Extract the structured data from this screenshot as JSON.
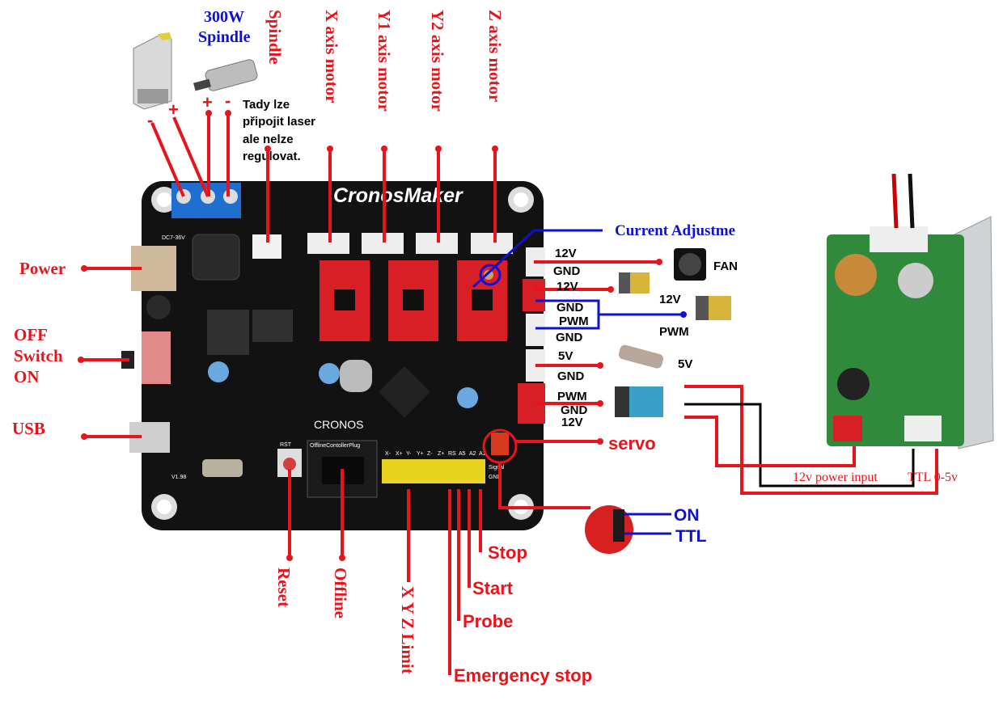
{
  "top": {
    "spindle_title_line1": "300W",
    "spindle_title_line2": "Spindle",
    "psu_minus": "-",
    "psu_plus": "+",
    "spindle_plus": "+",
    "spindle_minus": "-",
    "note_line1": "Tady lze",
    "note_line2": "připojit laser",
    "note_line3": "ale nelze",
    "note_line4": "regulovat.",
    "vertical_labels": [
      "Spindle",
      "X axis motor",
      "Y1 axis motor",
      "Y2 axis motor",
      "Z axis motor"
    ]
  },
  "board": {
    "brand": "CronosMaker",
    "logo": "CRONOS",
    "offline_plug": "OfflineContollerPlug",
    "signal": "Signal",
    "gnd": "GND",
    "pin_labels": [
      "X-",
      "X+",
      "Y-",
      "Y+",
      "Z-",
      "Z+",
      "RS",
      "A5",
      "A2",
      "A1"
    ],
    "power_text": "DC7-36V",
    "rst": "RST",
    "version": "V1.98"
  },
  "left": {
    "power": "Power",
    "off": "OFF",
    "switch": "Switch",
    "on": "ON",
    "usb": "USB"
  },
  "right": {
    "current_adjust": "Current Adjustme",
    "fan_12v": "12V",
    "fan_gnd": "GND",
    "fan": "FAN",
    "laser_12v": "12V",
    "laser_gnd": "GND",
    "laser_pwm": "PWM",
    "laser_gnd2": "GND",
    "laser_label_12v": "12V",
    "laser_label_pwm": "PWM",
    "dot_5v": "5V",
    "dot_gnd": "GND",
    "dot_label_5v": "5V",
    "ttl_pwm": "PWM",
    "ttl_gnd": "GND",
    "ttl_12v": "12V",
    "servo": "servo",
    "jumper_on": "ON",
    "jumper_ttl": "TTL"
  },
  "driver_module": {
    "power_input": "12v power input",
    "ttl": "TTL 0-5v"
  },
  "bottom": {
    "reset": "Reset",
    "offline": "Offline",
    "limit": "X Y Z Limit",
    "stop": "Stop",
    "start": "Start",
    "probe": "Probe",
    "emergency": "Emergency stop"
  },
  "colors": {
    "label_red": "#e8141c",
    "label_blue": "#1010d0",
    "board": "#111111",
    "terminal": "#1f6fd0",
    "module_green": "#2f8a3c"
  }
}
